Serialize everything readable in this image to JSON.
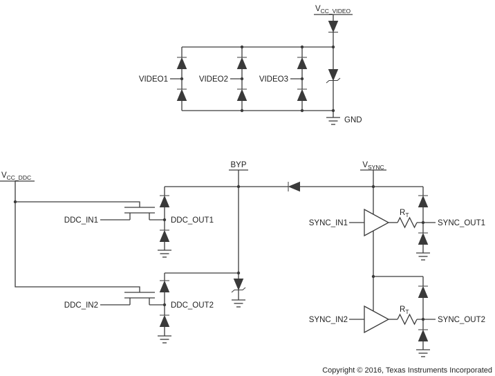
{
  "labels": {
    "vcc_video": {
      "main": "V",
      "sub": "CC_VIDEO"
    },
    "video1": "VIDEO1",
    "video2": "VIDEO2",
    "video3": "VIDEO3",
    "gnd": "GND",
    "vcc_ddc": {
      "main": "V",
      "sub": "CC_DDC"
    },
    "byp": "BYP",
    "vsync": {
      "main": "V",
      "sub": "SYNC"
    },
    "ddc_in1": "DDC_IN1",
    "ddc_out1": "DDC_OUT1",
    "ddc_in2": "DDC_IN2",
    "ddc_out2": "DDC_OUT2",
    "sync_in1": "SYNC_IN1",
    "sync_out1": "SYNC_OUT1",
    "sync_in2": "SYNC_IN2",
    "sync_out2": "SYNC_OUT2",
    "rt": {
      "main": "R",
      "sub": "T"
    }
  },
  "footer": {
    "copyright": "Copyright © 2016, Texas Instruments Incorporated"
  },
  "colors": {
    "stroke": "#3a3a3a",
    "text": "#1f1f1f",
    "background": "#ffffff"
  }
}
